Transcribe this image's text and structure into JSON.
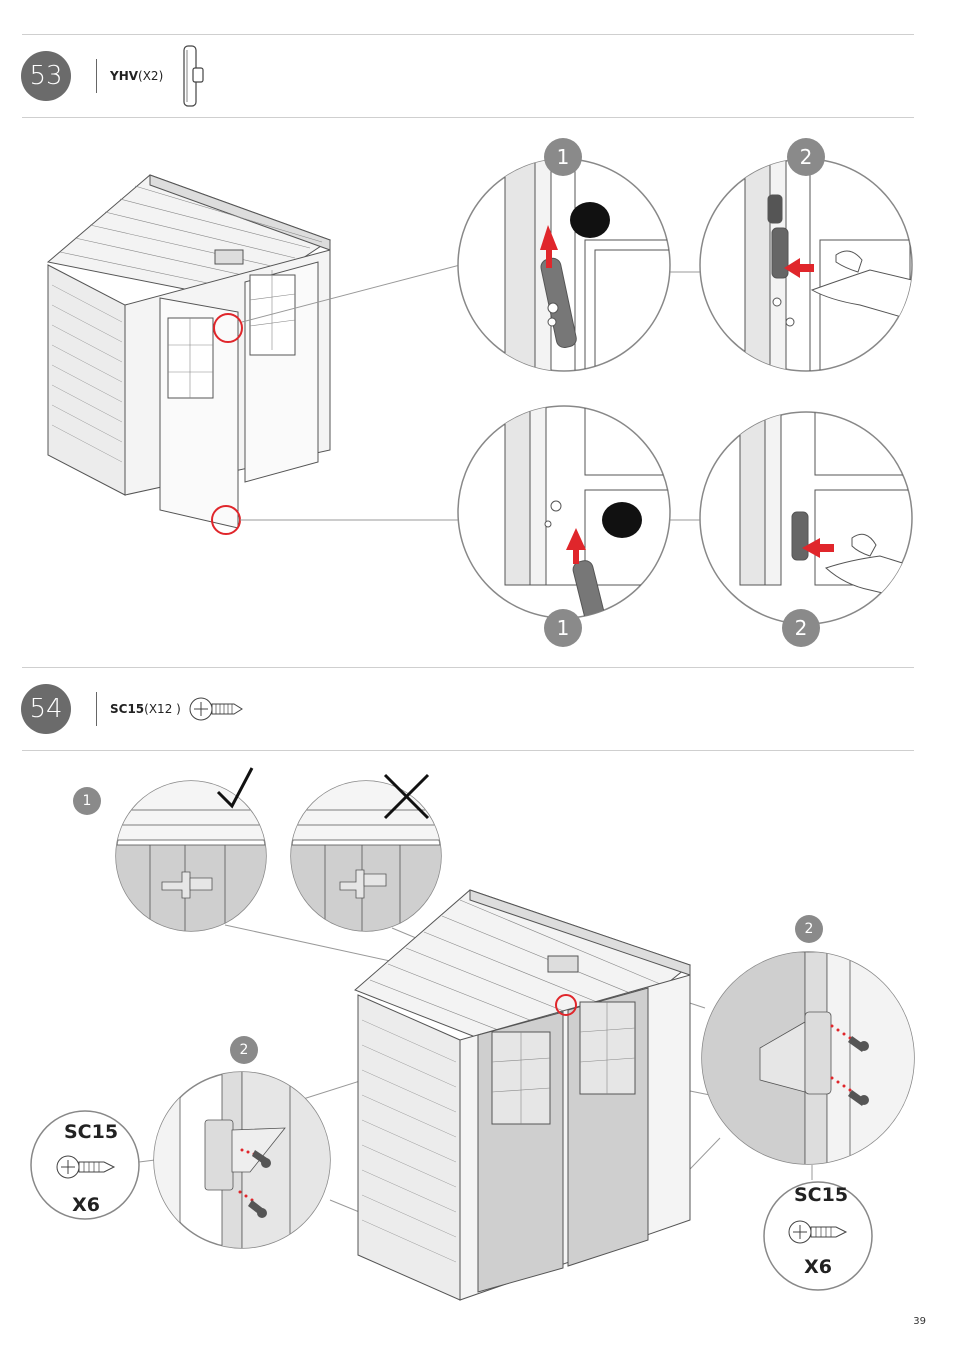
{
  "step53": {
    "number": "53",
    "part_code": "YHV",
    "part_qty": "(X2)",
    "substep_1a": "1",
    "substep_2a": "2",
    "substep_1b": "1",
    "substep_2b": "2"
  },
  "step54": {
    "number": "54",
    "part_code": "SC15",
    "part_qty": "(X12 )",
    "substep_1": "1",
    "substep_2_left": "2",
    "substep_2_right": "2",
    "left_callout": {
      "code": "SC15",
      "qty": "X6"
    },
    "right_callout": {
      "code": "SC15",
      "qty": "X6"
    }
  },
  "colors": {
    "badge_dark": "#6b6b6b",
    "badge_light": "#8a8a8a",
    "highlight_red": "#e0262b",
    "line_gray": "#999999"
  },
  "page_number": "39"
}
